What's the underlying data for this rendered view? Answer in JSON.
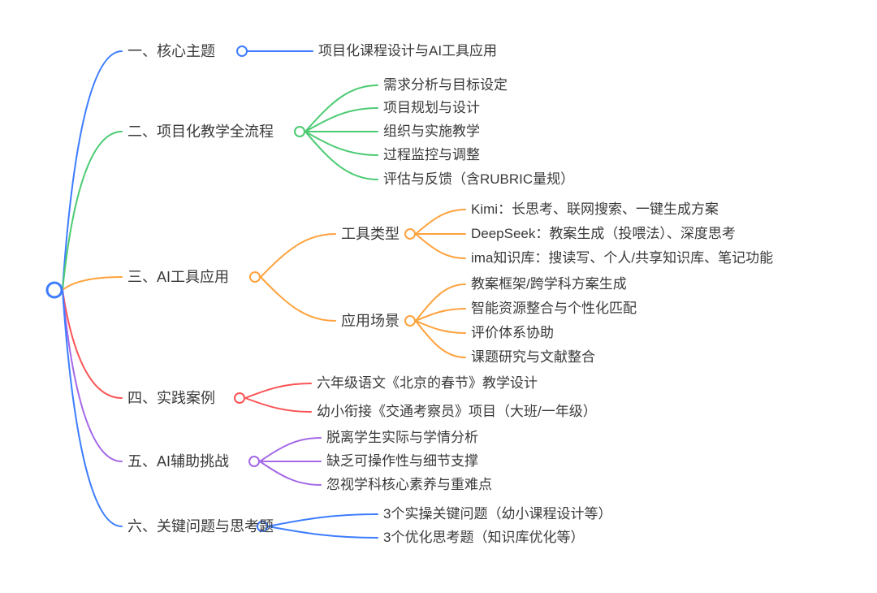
{
  "colors": {
    "blue": "#3d7dff",
    "green": "#4ccb73",
    "orange": "#ffa23d",
    "red": "#fa5355",
    "purple": "#a468e8",
    "text": "#3a3a3a",
    "background": "#ffffff"
  },
  "mindmap": {
    "branches": [
      {
        "label": "一、核心主题",
        "color": "blue",
        "children": [
          {
            "label": "项目化课程设计与AI工具应用"
          }
        ]
      },
      {
        "label": "二、项目化教学全流程",
        "color": "green",
        "children": [
          {
            "label": "需求分析与目标设定"
          },
          {
            "label": "项目规划与设计"
          },
          {
            "label": "组织与实施教学"
          },
          {
            "label": "过程监控与调整"
          },
          {
            "label": "评估与反馈（含RUBRIC量规）"
          }
        ]
      },
      {
        "label": "三、AI工具应用",
        "color": "orange",
        "children": [
          {
            "label": "工具类型",
            "children": [
              {
                "label": "Kimi：长思考、联网搜索、一键生成方案"
              },
              {
                "label": "DeepSeek：教案生成（投喂法）、深度思考"
              },
              {
                "label": "ima知识库：搜读写、个人/共享知识库、笔记功能"
              }
            ]
          },
          {
            "label": "应用场景",
            "children": [
              {
                "label": "教案框架/跨学科方案生成"
              },
              {
                "label": "智能资源整合与个性化匹配"
              },
              {
                "label": "评价体系协助"
              },
              {
                "label": "课题研究与文献整合"
              }
            ]
          }
        ]
      },
      {
        "label": "四、实践案例",
        "color": "red",
        "children": [
          {
            "label": "六年级语文《北京的春节》教学设计"
          },
          {
            "label": "幼小衔接《交通考察员》项目（大班/一年级）"
          }
        ]
      },
      {
        "label": "五、AI辅助挑战",
        "color": "purple",
        "children": [
          {
            "label": "脱离学生实际与学情分析"
          },
          {
            "label": "缺乏可操作性与细节支撑"
          },
          {
            "label": "忽视学科核心素养与重难点"
          }
        ]
      },
      {
        "label": "六、关键问题与思考题",
        "color": "blue",
        "children": [
          {
            "label": "3个实操关键问题（幼小课程设计等）"
          },
          {
            "label": "3个优化思考题（知识库优化等）"
          }
        ]
      }
    ]
  }
}
